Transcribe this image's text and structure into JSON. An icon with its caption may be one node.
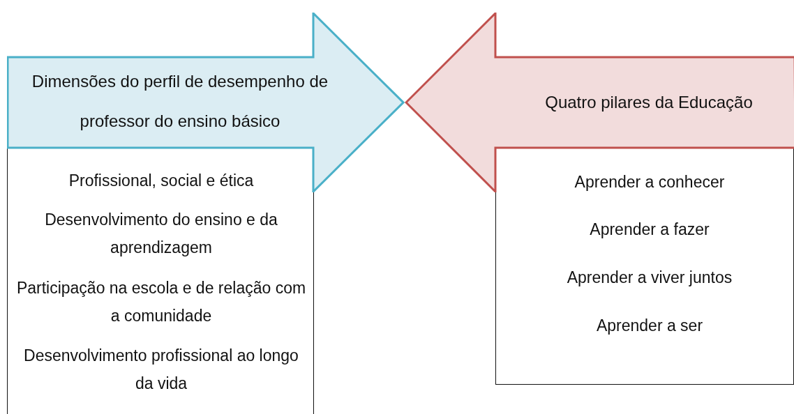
{
  "diagram": {
    "nodes": [
      {
        "text": [
          "Dimensões do perfil de desempenho de professor do ensino básico"
        ]
      },
      {
        "text": [
          "Profissional, social e ética",
          "Desenvolvimento do ensino e da aprendizagem",
          "Participação na escola e de relação com a comunidade",
          "Desenvolvimento profissional ao longo da vida"
        ]
      },
      {
        "text": [
          "Quatro pilares da Educação"
        ]
      },
      {
        "text": [
          "Aprender a conhecer",
          "Aprender a fazer",
          "Aprender a viver juntos",
          "Aprender a ser"
        ]
      }
    ]
  }
}
